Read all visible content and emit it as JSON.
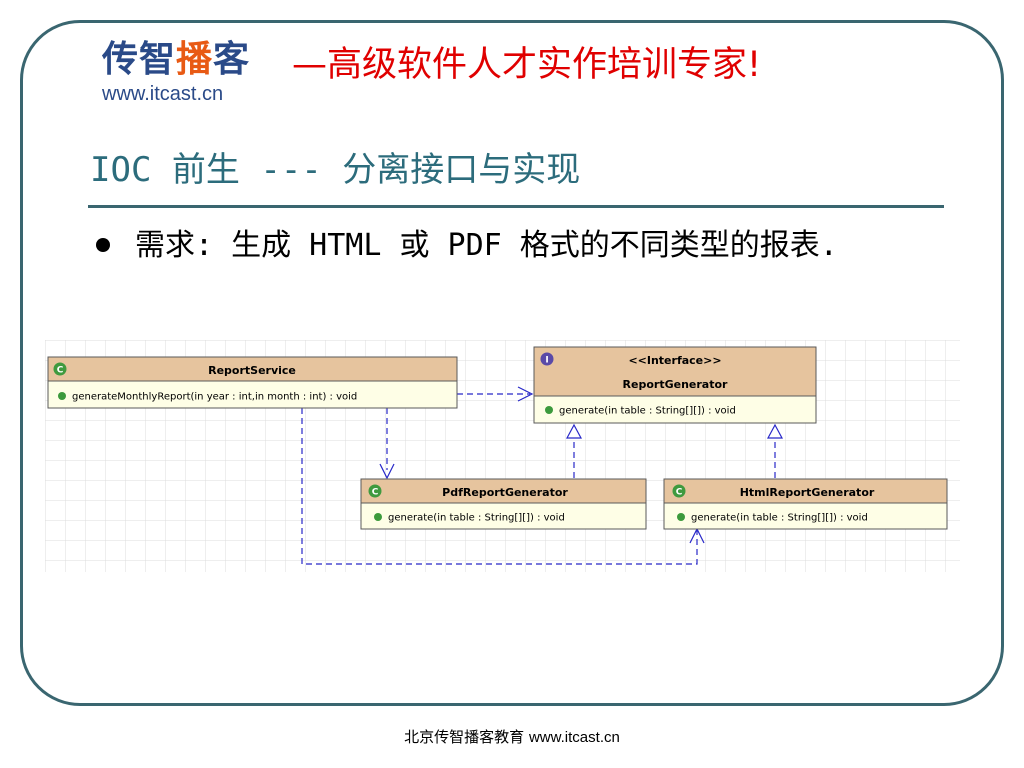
{
  "logo": {
    "chars": [
      {
        "text": "传",
        "color": "#2a4a88"
      },
      {
        "text": "智",
        "color": "#2a4a88"
      },
      {
        "text": "播",
        "color": "#e85a14"
      },
      {
        "text": "客",
        "color": "#2a4a88"
      }
    ],
    "url": "www.itcast.cn"
  },
  "slogan": "—高级软件人才实作培训专家!",
  "title": "IOC 前生 --- 分离接口与实现",
  "bullet": "需求: 生成 HTML 或 PDF 格式的不同类型的报表.",
  "uml": {
    "report_service": {
      "icon": "C",
      "name": "ReportService",
      "method": "generateMonthlyReport(in year : int,in month : int) : void"
    },
    "report_generator": {
      "icon": "I",
      "stereotype": "<<Interface>>",
      "name": "ReportGenerator",
      "method": "generate(in table : String[][]) : void"
    },
    "pdf_generator": {
      "icon": "C",
      "name": "PdfReportGenerator",
      "method": "generate(in table : String[][]) : void"
    },
    "html_generator": {
      "icon": "C",
      "name": "HtmlReportGenerator",
      "method": "generate(in table : String[][]) : void"
    },
    "colors": {
      "header": "#e6c49e",
      "body": "#fefee6",
      "border": "#5a5a5a",
      "class_icon": "#3f9a3f",
      "interface_icon": "#5a4aa8",
      "method_dot": "#3c9a3c",
      "arrow": "#2828c8"
    }
  },
  "footer": {
    "org": "北京传智播客教育",
    "url": "www.itcast.cn"
  }
}
